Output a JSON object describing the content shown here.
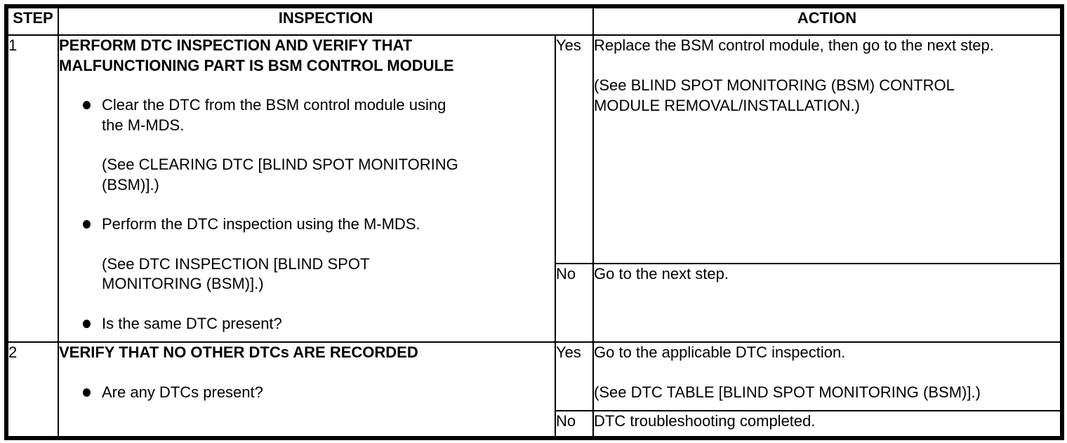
{
  "page": {
    "background": "#ffffff",
    "border_color": "#000000",
    "text_color": "#000000"
  },
  "table": {
    "headers": {
      "step": "STEP",
      "inspection": "INSPECTION",
      "action": "ACTION"
    },
    "rows": [
      {
        "step": "1",
        "title": "PERFORM DTC INSPECTION AND VERIFY THAT\nMALFUNCTIONING PART IS BSM CONTROL MODULE",
        "bullets": [
          {
            "text": "Clear the DTC from the BSM control module using\nthe M-MDS.",
            "note": "(See CLEARING DTC [BLIND SPOT MONITORING\n(BSM)].)"
          },
          {
            "text": "Perform the DTC inspection using the M-MDS.",
            "note": "(See DTC INSPECTION [BLIND SPOT\nMONITORING (BSM)].)"
          },
          {
            "text": "Is the same DTC present?"
          }
        ],
        "yes_label": "Yes",
        "yes_action": "Replace the BSM control module, then go to the next step.\n\n(See BLIND SPOT MONITORING (BSM) CONTROL\nMODULE REMOVAL/INSTALLATION.)",
        "no_label": "No",
        "no_action": "Go to the next step."
      },
      {
        "step": "2",
        "title": "VERIFY THAT NO OTHER DTCs ARE RECORDED",
        "bullets": [
          {
            "text": "Are any DTCs present?"
          }
        ],
        "yes_label": "Yes",
        "yes_action": "Go to the applicable DTC inspection.\n\n(See DTC TABLE [BLIND SPOT MONITORING (BSM)].)",
        "no_label": "No",
        "no_action": "DTC troubleshooting completed."
      }
    ]
  }
}
